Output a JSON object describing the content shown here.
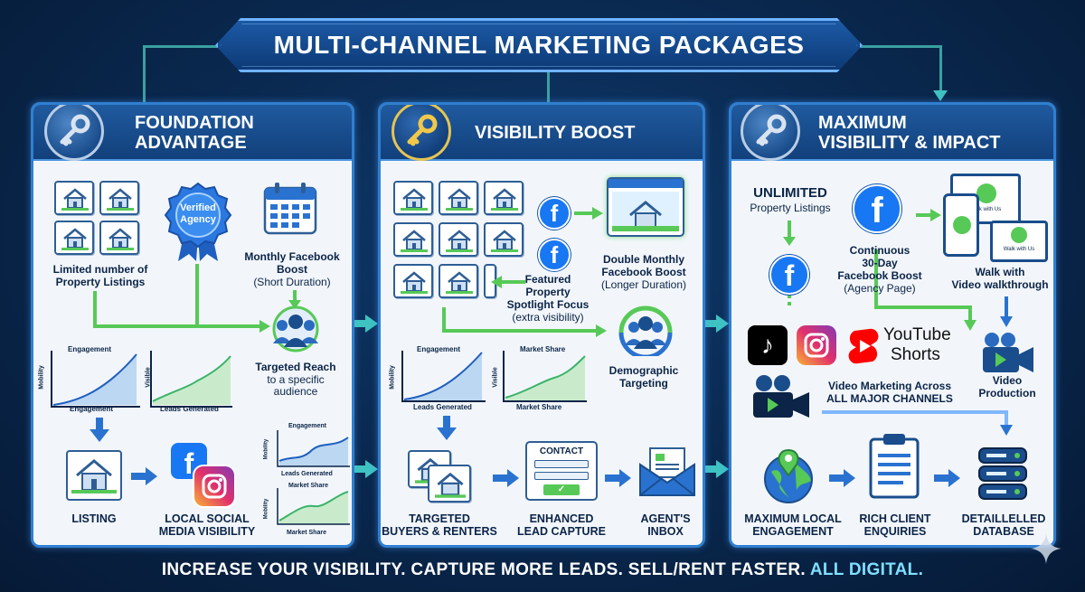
{
  "title": "MULTI-CHANNEL MARKETING PACKAGES",
  "colors": {
    "accent_green": "#57c957",
    "accent_blue": "#1877f2",
    "teal": "#3ec2c2",
    "navy": "#0b2447"
  },
  "panels": [
    {
      "title_line1": "FOUNDATION",
      "title_line2": "ADVANTAGE",
      "icon": "key-icon",
      "badge_line1": "Verified",
      "badge_line2": "Agency",
      "listings_line1": "Limited number of",
      "listings_line2": "Property Listings",
      "boost_line1": "Monthly Facebook",
      "boost_line2": "Boost",
      "boost_line3": "(Short Duration)",
      "reach_line1": "Targeted Reach",
      "reach_line2": "to a specific",
      "reach_line3": "audience",
      "chart1_title": "Engagement",
      "chart1_ylabel": "Mobility",
      "chart1_xlabel": "Engagement",
      "chart2_ylabel": "Visible",
      "chart2_xlabel": "Leads Generated",
      "chart3_title": "Engagement",
      "chart3_ylabel": "Mobility",
      "chart3_xlabel": "Leads Generated",
      "chart4_title": "Market Share",
      "chart4_ylabel": "Mobility",
      "chart4_xlabel": "Market Share",
      "listing_label": "LISTING",
      "social_line1": "LOCAL SOCIAL",
      "social_line2": "MEDIA VISIBILITY"
    },
    {
      "title": "VISIBILITY BOOST",
      "icon": "gold-key-icon",
      "featured_line1": "Featured",
      "featured_line2": "Property",
      "featured_line3": "Spotlight Focus",
      "featured_line4": "(extra visibility)",
      "double_line1": "Double Monthly",
      "double_line2": "Facebook Boost",
      "double_line3": "(Longer Duration)",
      "demo_line1": "Demographic",
      "demo_line2": "Targeting",
      "chart1_title": "Engagement",
      "chart1_ylabel": "Mobility",
      "chart1_xlabel": "Leads Generated",
      "chart2_title": "Market Share",
      "chart2_ylabel": "Visible",
      "chart2_xlabel": "Market Share",
      "contact_label": "CONTACT",
      "buyers_line1": "TARGETED",
      "buyers_line2": "BUYERS & RENTERS",
      "lead_line1": "ENHANCED",
      "lead_line2": "LEAD CAPTURE",
      "inbox_line1": "AGENT'S",
      "inbox_line2": "INBOX"
    },
    {
      "title_line1": "MAXIMUM",
      "title_line2": "VISIBILITY & IMPACT",
      "icon": "key-icon",
      "unlimited_line1": "UNLIMITED",
      "unlimited_line2": "Property Listings",
      "continuous_line1": "Continuous",
      "continuous_line2": "30-Day",
      "continuous_line3": "Facebook Boost",
      "continuous_line4": "(Agency Page)",
      "walk_line1": "Walk with",
      "walk_line2": "Video walkthrough",
      "screen_caption": "Walk with Us",
      "youtube_line1": "YouTube",
      "youtube_line2": "Shorts",
      "vm_line1": "Video Marketing Across",
      "vm_line2": "ALL MAJOR CHANNELS",
      "vp_line1": "Video",
      "vp_line2": "Production",
      "engage_line1": "MAXIMUM LOCAL",
      "engage_line2": "ENGAGEMENT",
      "enq_line1": "RICH CLIENT",
      "enq_line2": "ENQUIRIES",
      "db_line1": "DETAILLELLED",
      "db_line2": "DATABASE"
    }
  ],
  "footer": {
    "main": "INCREASE YOUR VISIBILITY. CAPTURE MORE LEADS. SELL/RENT FASTER.",
    "accent": "ALL DIGITAL."
  }
}
